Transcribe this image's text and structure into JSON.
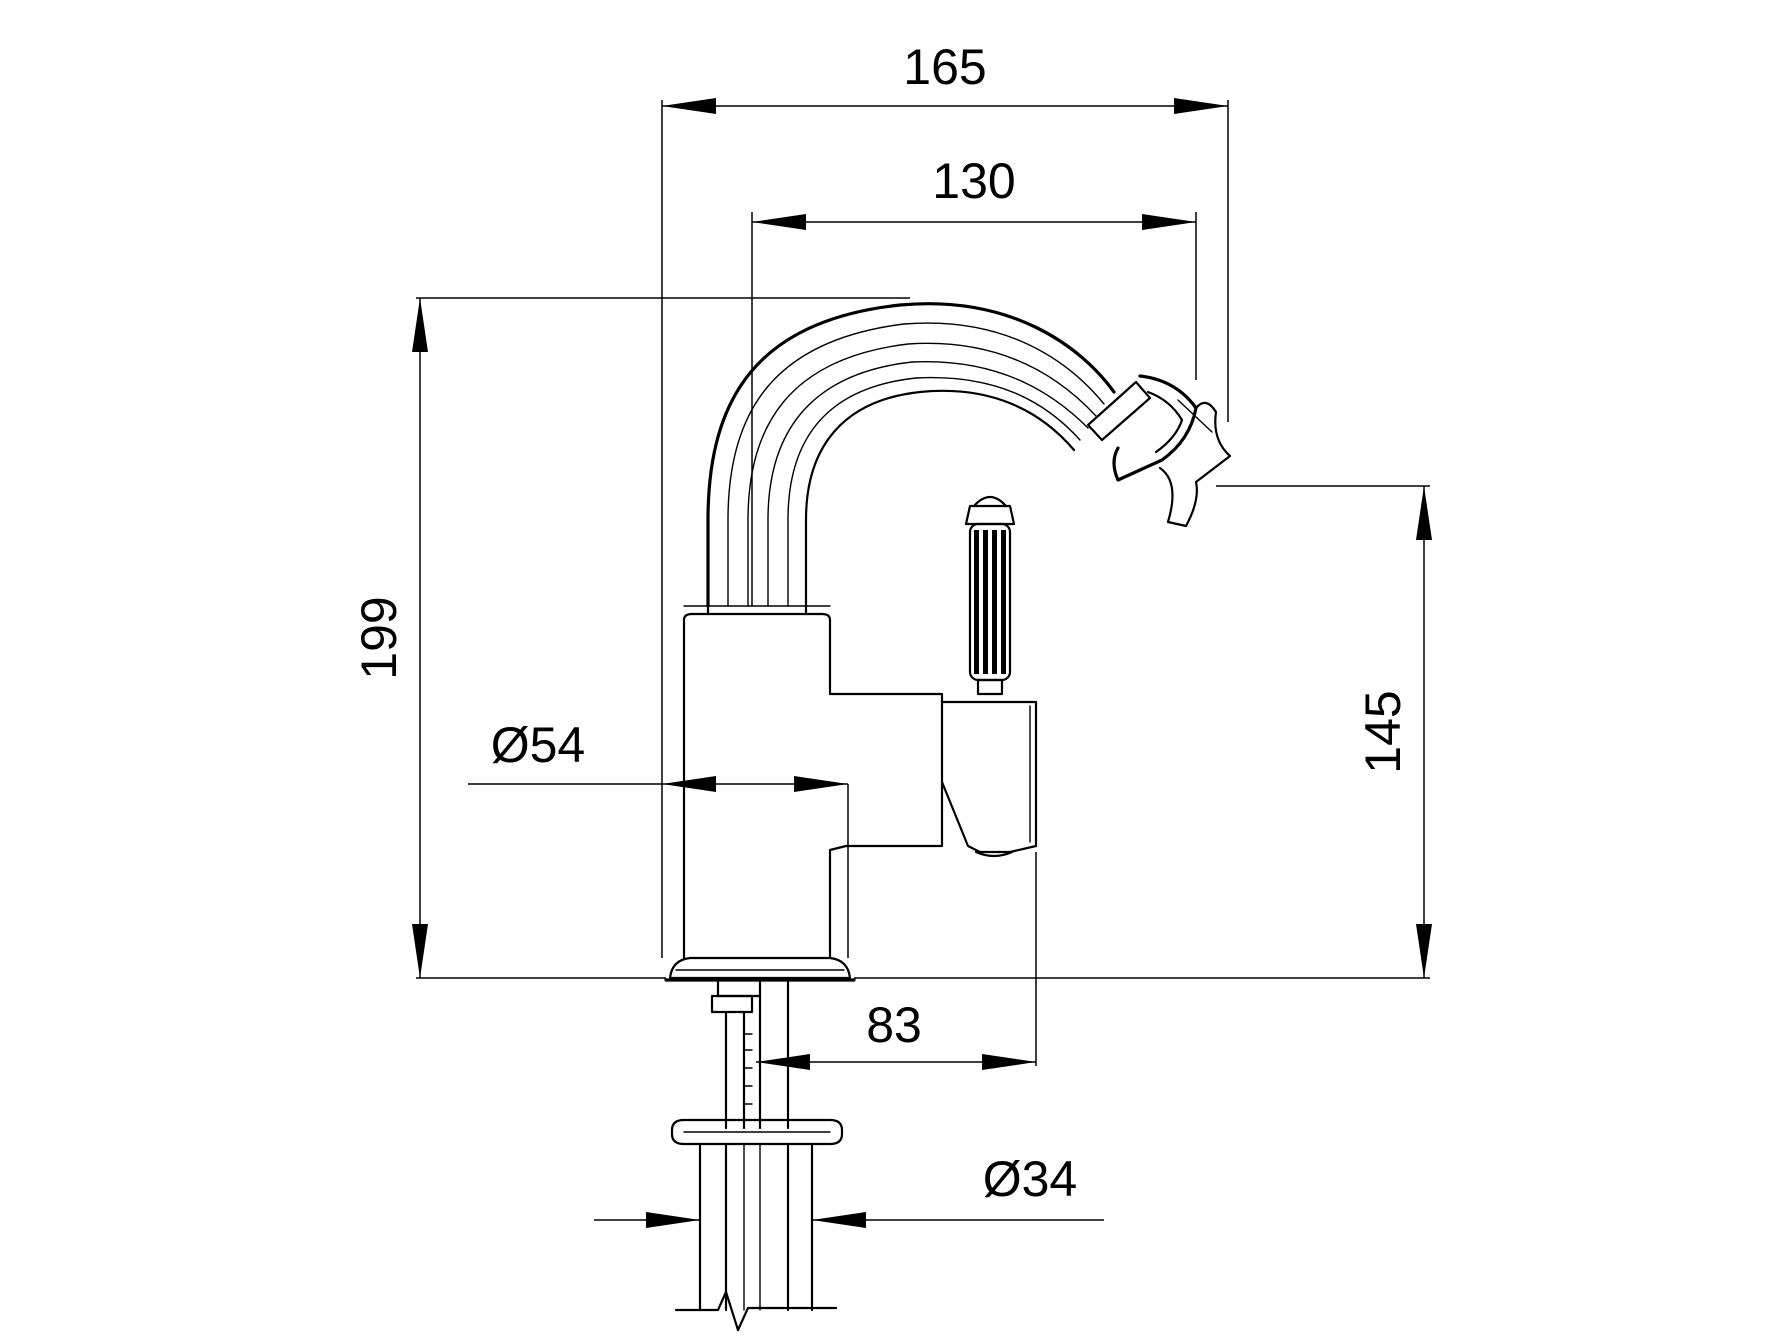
{
  "drawing": {
    "subject": "bidet-faucet-side-view",
    "line_color": "#000000",
    "background_color": "#ffffff"
  },
  "dimensions": {
    "overall_width": "165",
    "spout_reach": "130",
    "overall_height": "199",
    "spout_outlet_height": "145",
    "body_diameter": "Ø54",
    "handle_projection": "83",
    "shank_diameter": "Ø34"
  }
}
